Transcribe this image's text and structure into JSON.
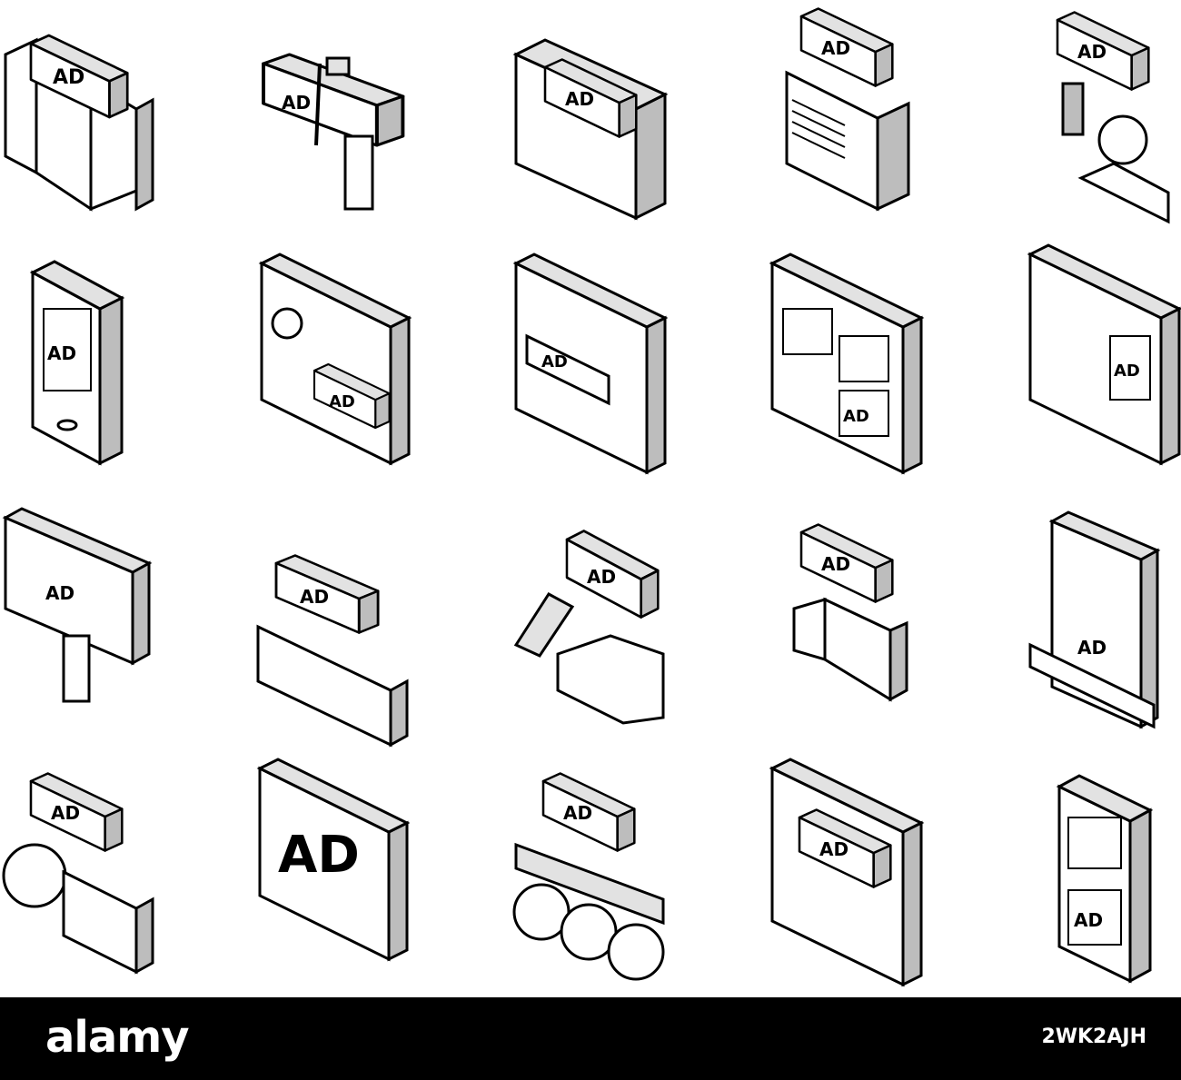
{
  "icons": [
    {
      "name": "ad-brochure-icon",
      "label": "AD"
    },
    {
      "name": "ad-mailbox-icon",
      "label": "AD"
    },
    {
      "name": "ad-screen-bubble-icon",
      "label": "AD"
    },
    {
      "name": "ad-cash-register-icon",
      "label": "AD"
    },
    {
      "name": "ad-target-person-icon",
      "label": "AD"
    },
    {
      "name": "ad-smartphone-icon",
      "label": "AD"
    },
    {
      "name": "ad-profile-webpage-icon",
      "label": "AD"
    },
    {
      "name": "ad-banner-webpage-icon",
      "label": "AD"
    },
    {
      "name": "ad-gallery-webpage-icon",
      "label": "AD"
    },
    {
      "name": "ad-layout-webpage-icon",
      "label": "AD"
    },
    {
      "name": "ad-billboard-icon",
      "label": "AD"
    },
    {
      "name": "ad-bench-icon",
      "label": "AD"
    },
    {
      "name": "ad-box-icon",
      "label": "AD"
    },
    {
      "name": "ad-megaphone-icon",
      "label": "AD"
    },
    {
      "name": "ad-building-icon",
      "label": "AD"
    },
    {
      "name": "ad-analytics-icon",
      "label": "AD"
    },
    {
      "name": "ad-click-monitor-icon",
      "label": "AD"
    },
    {
      "name": "ad-airplane-banner-icon",
      "label": "AD"
    },
    {
      "name": "ad-popup-webpage-icon",
      "label": "AD"
    },
    {
      "name": "ad-mobile-feed-icon",
      "label": "AD"
    }
  ],
  "footer": {
    "brand": "alamy",
    "image_id": "2WK2AJH"
  }
}
